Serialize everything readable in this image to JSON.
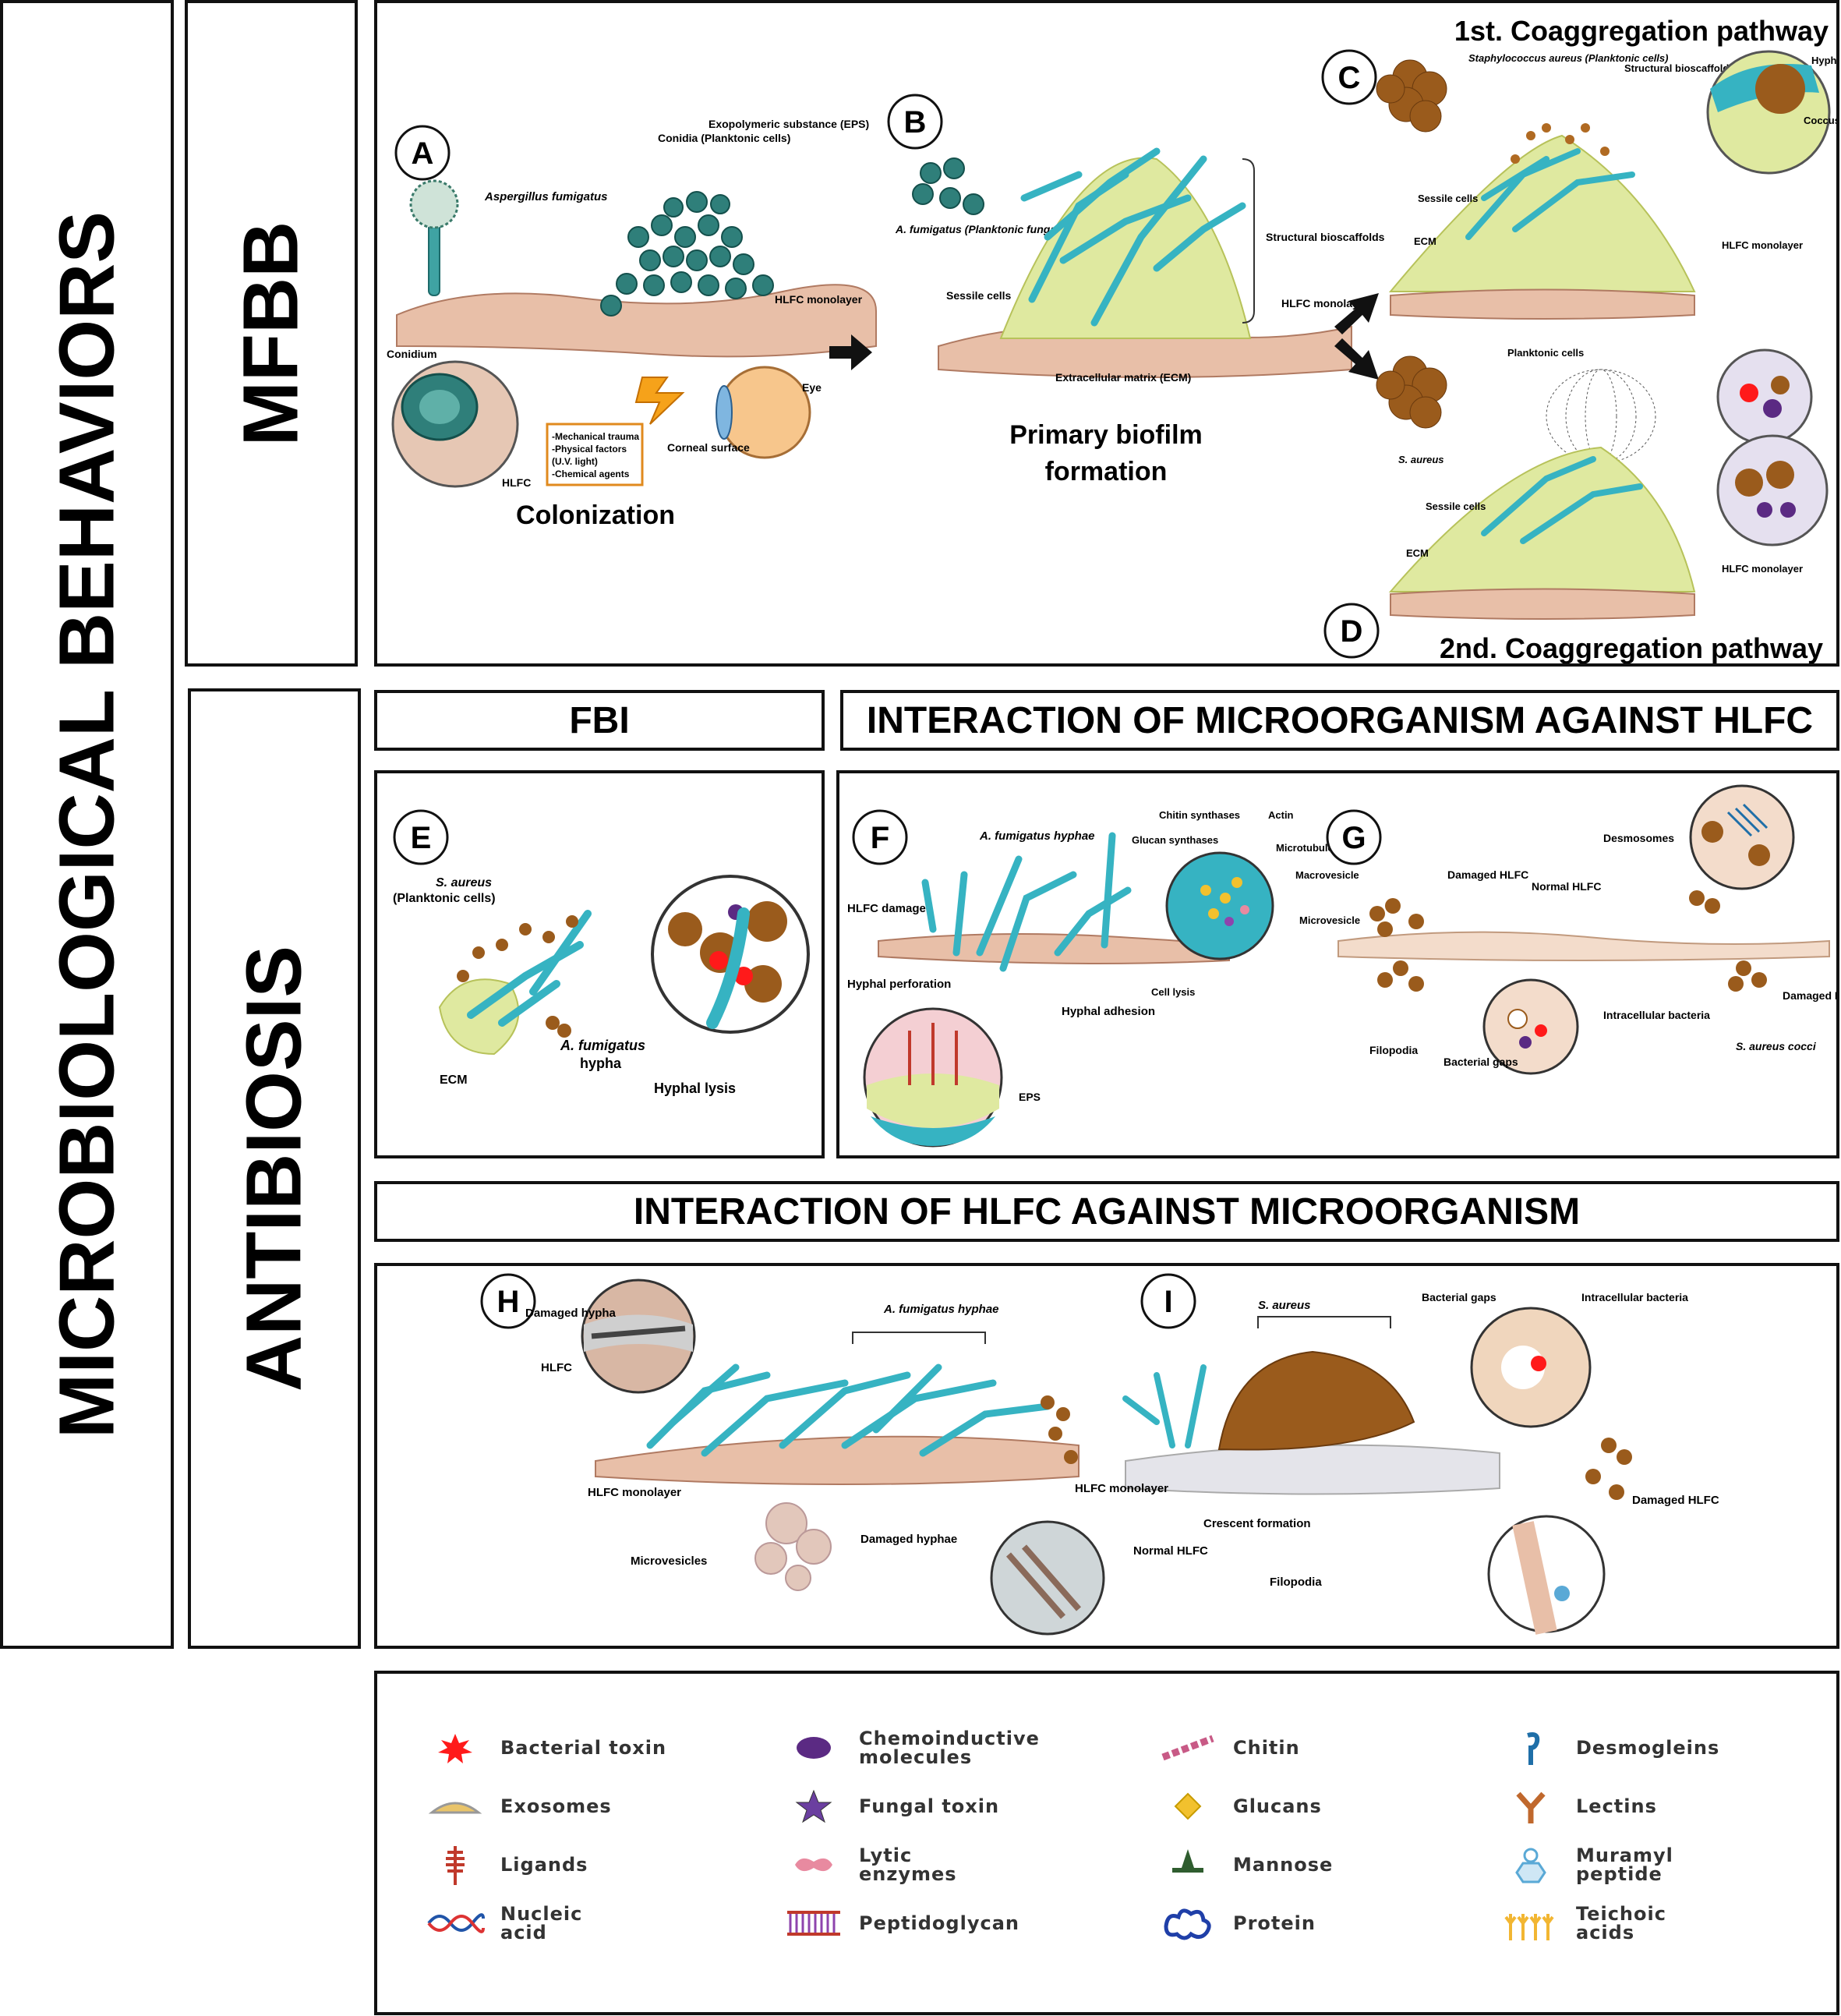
{
  "left_title": "MICROBIOLOGICAL BEHAVIORS",
  "mfbb_label": "MFBB",
  "antibiosis_label": "ANTIBIOSIS",
  "headers": {
    "fbi": "FBI",
    "micro_vs_hlfc": "INTERACTION OF MICROORGANISM AGAINST HLFC",
    "hlfc_vs_micro": "INTERACTION OF HLFC AGAINST MICROORGANISM"
  },
  "panel_a": {
    "letter": "A",
    "title": "Colonization",
    "labels": {
      "aspergillus": "Aspergillus fumigatus",
      "conidia": "Conidia (Planktonic cells)",
      "eps": "Exopolymeric substance (EPS)",
      "hlfc_monolayer": "HLFC monolayer",
      "conidium": "Conidium",
      "hlfc": "HLFC",
      "eye": "Eye",
      "corneal": "Corneal surface",
      "factors": [
        "-Mechanical trauma",
        "-Physical factors",
        "(U.V. light)",
        "-Chemical agents"
      ]
    }
  },
  "panel_b": {
    "letter": "B",
    "title_line1": "Primary biofilm",
    "title_line2": "formation",
    "labels": {
      "afumigatus": "A. fumigatus (Planktonic fungal cells)",
      "sessile": "Sessile cells",
      "structural": "Structural bioscaffolds",
      "hlfc_monolayer": "HLFC monolayer",
      "ecm": "Extracellular matrix (ECM)"
    }
  },
  "panel_c": {
    "letter": "C",
    "title": "1st. Coaggregation pathway",
    "labels": {
      "staph": "Staphylococcus aureus (Planktonic cells)",
      "structural": "Structural bioscaffolds",
      "hypha": "Hypha",
      "coccus": "Coccus",
      "sessile": "Sessile cells",
      "ecm": "ECM",
      "hlfc_monolayer": "HLFC monolayer"
    }
  },
  "panel_d": {
    "letter": "D",
    "title": "2nd. Coaggregation pathway",
    "labels": {
      "planktonic": "Planktonic cells",
      "saureus": "S. aureus",
      "sessile": "Sessile cells",
      "ecm": "ECM",
      "hlfc_monolayer": "HLFC monolayer"
    }
  },
  "panel_e": {
    "letter": "E",
    "labels": {
      "saureus": "S. aureus",
      "planktonic": "(Planktonic cells)",
      "afumigatus": "A. fumigatus",
      "hypha": "hypha",
      "ecm": "ECM",
      "lysis": "Hyphal lysis"
    }
  },
  "panel_f": {
    "letter": "F",
    "labels": {
      "hyphae": "A. fumigatus hyphae",
      "damage": "HLFC damage",
      "perforation": "Hyphal perforation",
      "adhesion": "Hyphal adhesion",
      "chitin": "Chitin synthases",
      "actin": "Actin",
      "glucan": "Glucan synthases",
      "microtubule": "Microtubule",
      "macrovesicle": "Macrovesicle",
      "microvesicle": "Microvesicle",
      "lysis": "Cell lysis",
      "eps": "EPS"
    }
  },
  "panel_g": {
    "letter": "G",
    "labels": {
      "desmosomes": "Desmosomes",
      "damaged_left": "Damaged HLFC",
      "normal": "Normal HLFC",
      "damaged_right": "Damaged HLFC",
      "filopodia": "Filopodia",
      "gaps": "Bacterial gaps",
      "intracellular": "Intracellular bacteria",
      "cocci": "S. aureus cocci"
    }
  },
  "panel_h": {
    "letter": "H",
    "labels": {
      "damaged_hypha": "Damaged hypha",
      "hlfc": "HLFC",
      "hyphae": "A. fumigatus hyphae",
      "monolayer": "HLFC monolayer",
      "microvesicles": "Microvesicles",
      "damaged_hyphae": "Damaged hyphae"
    }
  },
  "panel_i": {
    "letter": "I",
    "labels": {
      "saureus": "S. aureus",
      "gaps": "Bacterial gaps",
      "intracellular": "Intracellular bacteria",
      "monolayer": "HLFC monolayer",
      "crescent": "Crescent formation",
      "normal": "Normal HLFC",
      "filopodia": "Filopodia",
      "damaged": "Damaged HLFC"
    }
  },
  "legend": [
    {
      "key": "bacterial-toxin",
      "label": "Bacterial toxin",
      "color": "#ff1a1a"
    },
    {
      "key": "chemoinductive-molecules",
      "label": "Chemoinductive\nmolecules",
      "color": "#5b2a83"
    },
    {
      "key": "chitin",
      "label": "Chitin",
      "color": "#c85a86"
    },
    {
      "key": "desmogleins",
      "label": "Desmogleins",
      "color": "#1f6fa8"
    },
    {
      "key": "exosomes",
      "label": "Exosomes",
      "color": "#e9c46a"
    },
    {
      "key": "fungal-toxin",
      "label": "Fungal toxin",
      "color": "#6b3fa0"
    },
    {
      "key": "glucans",
      "label": "Glucans",
      "color": "#f2c12e"
    },
    {
      "key": "lectins",
      "label": "Lectins",
      "color": "#c0682d"
    },
    {
      "key": "ligands",
      "label": "Ligands",
      "color": "#c0392b"
    },
    {
      "key": "lytic-enzymes",
      "label": "Lytic\nenzymes",
      "color": "#e88aa0"
    },
    {
      "key": "mannose",
      "label": "Mannose",
      "color": "#2f5d2f"
    },
    {
      "key": "muramyl-peptide",
      "label": "Muramyl\npeptide",
      "color": "#5aa9d6"
    },
    {
      "key": "nucleic-acid",
      "label": "Nucleic\nacid",
      "color": "#2054a8"
    },
    {
      "key": "peptidoglycan",
      "label": "Peptidoglycan",
      "color": "#8e44ad"
    },
    {
      "key": "protein",
      "label": "Protein",
      "color": "#1f3fa8"
    },
    {
      "key": "teichoic-acids",
      "label": "Teichoic\nacids",
      "color": "#f2b632"
    }
  ]
}
